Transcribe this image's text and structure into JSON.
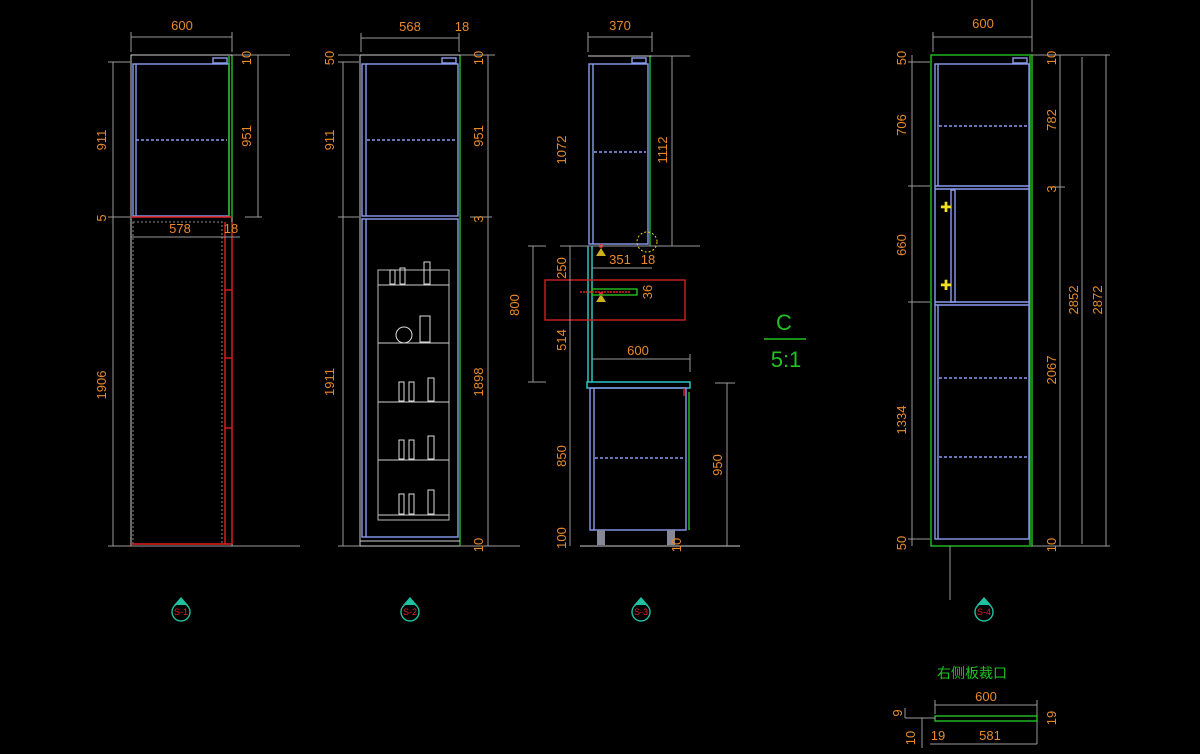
{
  "colors": {
    "background": "#000000",
    "dimension_text": "#e8892c",
    "cabinet_line": "#8a9cf0",
    "door_line": "#22c022",
    "highlight": "#e02020"
  },
  "view_s1": {
    "width": "600",
    "h_upper": "911",
    "gap": "5",
    "h_lower": "1906",
    "top_gap": "10",
    "door_upper": "951",
    "inner_width": "578",
    "side": "18",
    "tag": "S-1"
  },
  "view_s2": {
    "width": "568",
    "side": "18",
    "top": "50",
    "h_upper": "911",
    "h_lower": "1911",
    "top_gap": "10",
    "door_upper": "951",
    "gap": "3",
    "door_lower": "1898",
    "bottom_gap": "10",
    "tag": "S-2"
  },
  "view_s3": {
    "width": "370",
    "h_upper": "1072",
    "door_upper": "1112",
    "depth_upper": "351",
    "side": "18",
    "h_250": "250",
    "h_800": "800",
    "h_514": "514",
    "thickness": "36",
    "counter_depth": "600",
    "h_lower": "850",
    "door_lower": "950",
    "plinth": "100",
    "bottom_gap": "10",
    "tag": "S-3",
    "detail_letter": "C",
    "detail_scale": "5:1"
  },
  "view_s4": {
    "width": "600",
    "top": "50",
    "h_706": "706",
    "h_660": "660",
    "h_1334": "1334",
    "bottom": "50",
    "top_gap": "10",
    "door_782": "782",
    "gap": "3",
    "door_2067": "2067",
    "bottom_gap": "10",
    "h_2852": "2852",
    "h_2872": "2872",
    "tag": "S-4"
  },
  "cutout": {
    "title": "右侧板裁口",
    "width": "600",
    "depth": "9",
    "thickness": "19",
    "offset": "10",
    "rebate": "19",
    "remaining": "581"
  }
}
